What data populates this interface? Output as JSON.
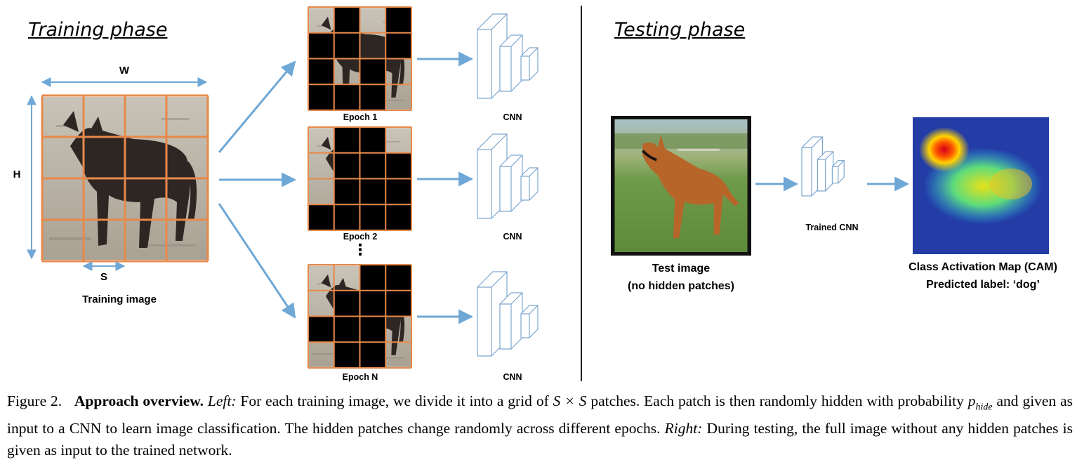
{
  "training": {
    "title": "Training phase",
    "dim_w": "W",
    "dim_h": "H",
    "dim_s": "S",
    "image_label": "Training image",
    "epochs": [
      {
        "label": "Epoch 1",
        "hidden": [
          0,
          1,
          0,
          1,
          1,
          1,
          0,
          1,
          1,
          0,
          1,
          0,
          1,
          1,
          1,
          0
        ],
        "cnn_label": "CNN"
      },
      {
        "label": "Epoch 2",
        "hidden": [
          0,
          1,
          1,
          0,
          0,
          1,
          1,
          1,
          0,
          1,
          1,
          1,
          1,
          1,
          1,
          1
        ],
        "cnn_label": "CNN"
      },
      {
        "label": "Epoch N",
        "hidden": [
          0,
          0,
          1,
          1,
          0,
          1,
          1,
          1,
          1,
          1,
          1,
          0,
          0,
          1,
          1,
          0
        ],
        "cnn_label": "CNN"
      }
    ],
    "ellipsis": "⋮"
  },
  "testing": {
    "title": "Testing phase",
    "test_label_1": "Test image",
    "test_label_2": "(no hidden patches)",
    "cnn_label": "Trained CNN",
    "cam_label_1": "Class Activation Map (CAM)",
    "cam_label_2": "Predicted label: ‘dog’"
  },
  "caption": {
    "fig_num": "Figure 2.",
    "title": "Approach overview.",
    "left_word": "Left:",
    "text_1": "For each training image, we divide it into a grid of",
    "math_sxs": "S × S",
    "text_2": "patches. Each patch is then randomly hidden with probability",
    "math_phide": "p",
    "math_phide_sub": "hide",
    "text_3": "and given as input to a CNN to learn image classification. The hidden patches change randomly across different epochs.",
    "right_word": "Right:",
    "text_4": "During testing, the full image without any hidden patches is given as input to the trained network."
  },
  "colors": {
    "grid": "#e8894a",
    "arrow": "#6fa8d6",
    "divider": "#222222",
    "cnn_stroke": "#7da7cf"
  }
}
